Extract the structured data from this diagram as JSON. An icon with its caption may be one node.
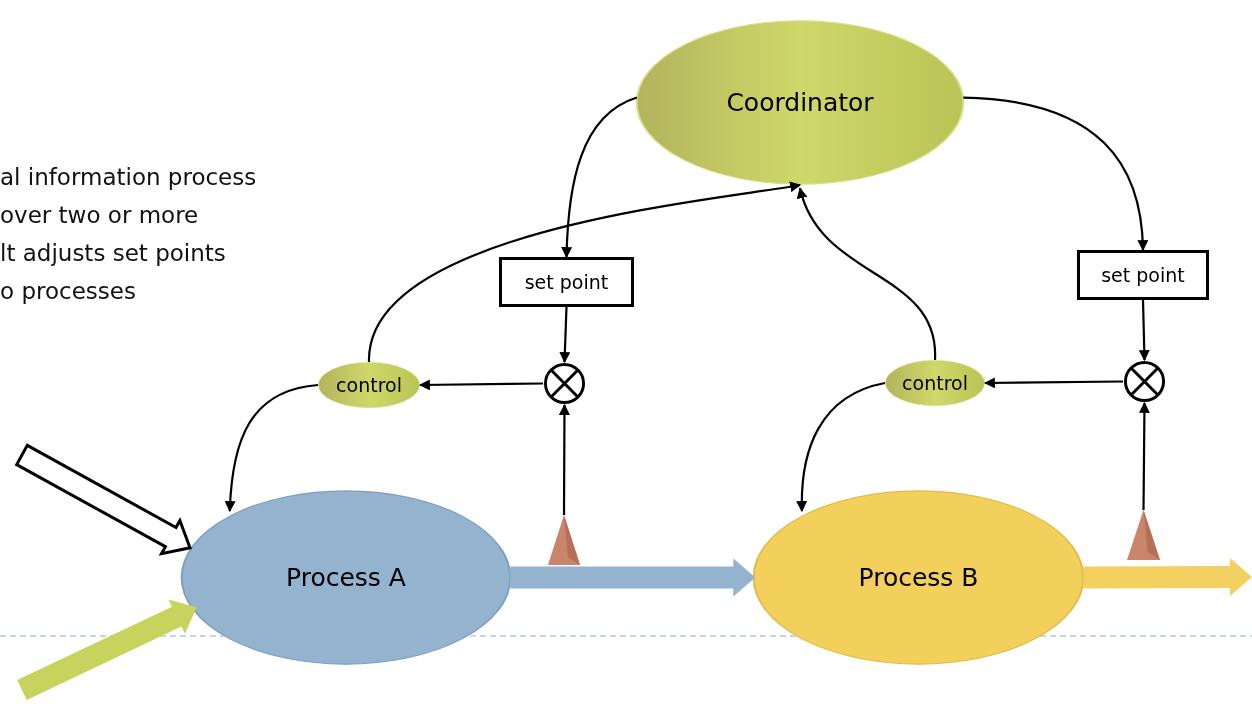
{
  "diagram": {
    "nodes": [
      {
        "text": [
          "Coordinator"
        ]
      },
      {
        "text": [
          "set point"
        ]
      },
      {
        "text": [
          "set point"
        ]
      },
      {
        "text": [
          "control"
        ]
      },
      {
        "text": [
          "control"
        ]
      },
      {
        "text": [],
        "shape": "circle"
      },
      {
        "text": [],
        "shape": "circle"
      },
      {
        "text": [
          "Process A"
        ]
      },
      {
        "text": [
          "Process B"
        ]
      },
      {
        "text": [],
        "shape": "triangle"
      },
      {
        "text": [],
        "shape": "triangle"
      }
    ],
    "edges": [
      {
        "from": 0,
        "to": 1,
        "arrow": "to"
      },
      {
        "from": 0,
        "to": 2,
        "arrow": "to"
      },
      {
        "from": 1,
        "to": 5,
        "arrow": "to"
      },
      {
        "from": 2,
        "to": 6,
        "arrow": "to"
      },
      {
        "from": 9,
        "to": 5,
        "arrow": "to"
      },
      {
        "from": 10,
        "to": 6,
        "arrow": "to"
      },
      {
        "from": 5,
        "to": 3,
        "arrow": "to"
      },
      {
        "from": 6,
        "to": 4,
        "arrow": "to"
      },
      {
        "from": 3,
        "to": 0,
        "arrow": "to"
      },
      {
        "from": 4,
        "to": 0,
        "arrow": "to"
      },
      {
        "from": 3,
        "to": 7,
        "arrow": "to"
      },
      {
        "from": 4,
        "to": 8,
        "arrow": "to"
      },
      {
        "from": 7,
        "to": 8,
        "arrow": "to",
        "style": "thick",
        "color": "#93b3cf"
      },
      {
        "from": 8,
        "to": null,
        "arrow": "to",
        "style": "thick",
        "color": "#f2d160"
      },
      {
        "from": null,
        "to": 7,
        "arrow": "to",
        "style": "thick"
      },
      {
        "from": null,
        "to": 7,
        "arrow": "to",
        "style": "thick",
        "color": "#c6d35c"
      }
    ],
    "labels": [
      "al information process",
      "over two or more",
      "lt adjusts set points",
      "o processes"
    ]
  }
}
